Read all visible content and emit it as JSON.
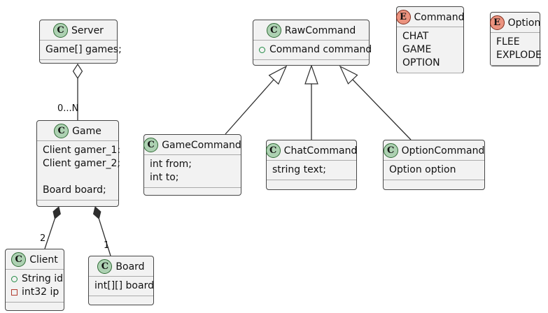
{
  "colors": {
    "box_fill": "#f2f2f2",
    "box_border": "#474747",
    "separator": "#aaaaaa",
    "class_icon_fill": "#ADD1B2",
    "class_icon_border": "#2f6b35",
    "enum_icon_fill": "#EB937F",
    "enum_icon_border": "#7d2c1d",
    "public_field": "#1f8a43",
    "private_field": "#b03a2e",
    "edge": "#2e2e2e"
  },
  "classes": {
    "server": {
      "kind": "C",
      "name": "Server",
      "members": [
        {
          "text": "Game[] games;"
        }
      ]
    },
    "game": {
      "kind": "C",
      "name": "Game",
      "members": [
        {
          "text": "Client gamer_1:"
        },
        {
          "text": "Client gamer_2;"
        },
        {
          "text": ""
        },
        {
          "text": "Board board;"
        }
      ]
    },
    "client": {
      "kind": "C",
      "name": "Client",
      "members": [
        {
          "icon": "public",
          "text": "String id"
        },
        {
          "icon": "private",
          "text": "int32 ip"
        }
      ]
    },
    "board": {
      "kind": "C",
      "name": "Board",
      "members": [
        {
          "text": "int[][] board"
        }
      ]
    },
    "rawcommand": {
      "kind": "C",
      "name": "RawCommand",
      "members": [
        {
          "icon": "public",
          "text": "Command command"
        }
      ]
    },
    "gamecommand": {
      "kind": "C",
      "name": "GameCommand",
      "members": [
        {
          "text": "int from;"
        },
        {
          "text": "int to;"
        }
      ]
    },
    "chatcommand": {
      "kind": "C",
      "name": "ChatCommand",
      "members": [
        {
          "text": "string text;"
        }
      ]
    },
    "optioncommand": {
      "kind": "C",
      "name": "OptionCommand",
      "members": [
        {
          "text": "Option option"
        }
      ]
    },
    "command_enum": {
      "kind": "E",
      "name": "Command",
      "members": [
        {
          "text": "CHAT"
        },
        {
          "text": "GAME"
        },
        {
          "text": "OPTION"
        }
      ]
    },
    "option_enum": {
      "kind": "E",
      "name": "Option",
      "members": [
        {
          "text": "FLEE"
        },
        {
          "text": "EXPLODE"
        }
      ]
    }
  },
  "edges": {
    "server_game": {
      "type": "aggregation",
      "label": "0...N"
    },
    "game_client": {
      "type": "composition",
      "label": "2"
    },
    "game_board": {
      "type": "composition",
      "label": "1"
    },
    "gamecmd_raw": {
      "type": "generalization",
      "label": ""
    },
    "chatcmd_raw": {
      "type": "generalization",
      "label": ""
    },
    "optioncmd_raw": {
      "type": "generalization",
      "label": ""
    }
  }
}
